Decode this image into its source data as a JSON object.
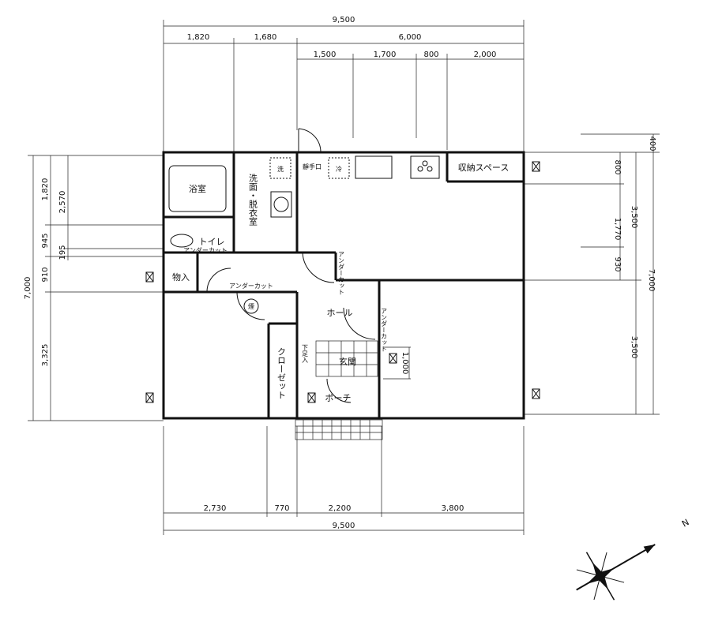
{
  "dimensions": {
    "top_total": "9,500",
    "top_row2": [
      "1,820",
      "1,680",
      "6,000"
    ],
    "top_row3": [
      "1,500",
      "1,700",
      "800",
      "2,000"
    ],
    "left_total": "7,000",
    "left_col1": [
      "1,820",
      "945",
      "910",
      "3,325"
    ],
    "left_col2": [
      "2,570",
      "195"
    ],
    "right_inner": [
      "400",
      "800",
      "1,770",
      "930"
    ],
    "right_mid": [
      "3,500",
      "3,500"
    ],
    "right_total": "7,000",
    "bottom_row": [
      "2,730",
      "770",
      "2,200",
      "3,800"
    ],
    "bottom_total": "9,500",
    "genkan_depth": "1,000"
  },
  "rooms": {
    "bath": "浴室",
    "washroom": "洗面・脱衣室",
    "toilet": "トイレ",
    "storage": "物入",
    "storage_space": "収納スペース",
    "hall": "ホール",
    "closet": "クローゼット",
    "genkan": "玄関",
    "shoe_box": "下足入",
    "porch": "ポーチ"
  },
  "labels": {
    "undercut1": "アンダーカット",
    "undercut2": "アンダーカット",
    "undercut3": "アンダーカット",
    "undercut4": "アンダーカット",
    "hand_wash": "靜手口",
    "washer": "洗",
    "fridge": "冷",
    "smoke": "煙",
    "north": "N"
  }
}
